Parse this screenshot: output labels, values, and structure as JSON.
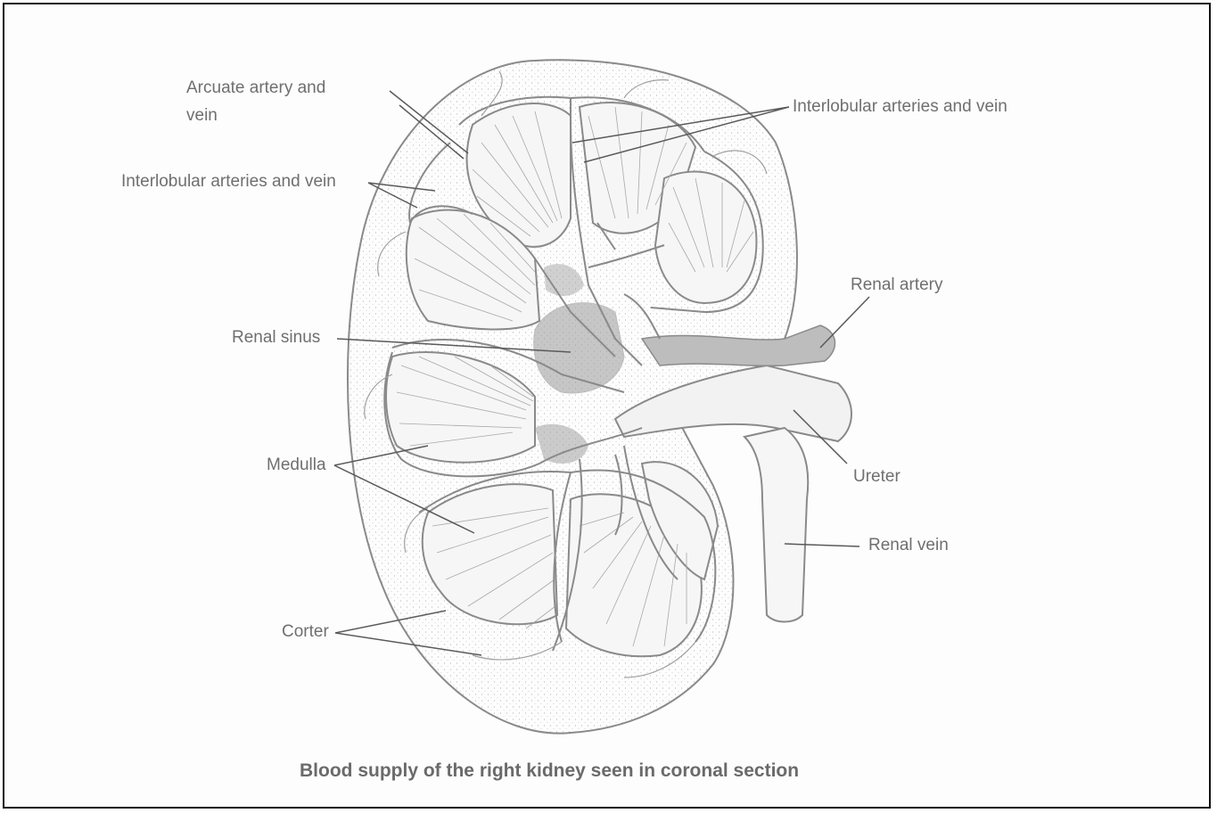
{
  "labels": {
    "arcuate_line1": "Arcuate artery and",
    "arcuate_line2": "vein",
    "interlobular_left": "Interlobular arteries and vein",
    "interlobular_right": "Interlobular arteries and vein",
    "renal_sinus": "Renal sinus",
    "medulla": "Medulla",
    "corter": "Corter",
    "renal_artery": "Renal artery",
    "ureter": "Ureter",
    "renal_vein": "Renal vein"
  },
  "caption": "Blood supply of the right kidney seen in coronal section",
  "colors": {
    "ink": "#8a8a8a",
    "label": "#6f6f6f",
    "stipple": "#b8b8b8",
    "sinus": "#9a9a9a",
    "frame": "#111111"
  }
}
